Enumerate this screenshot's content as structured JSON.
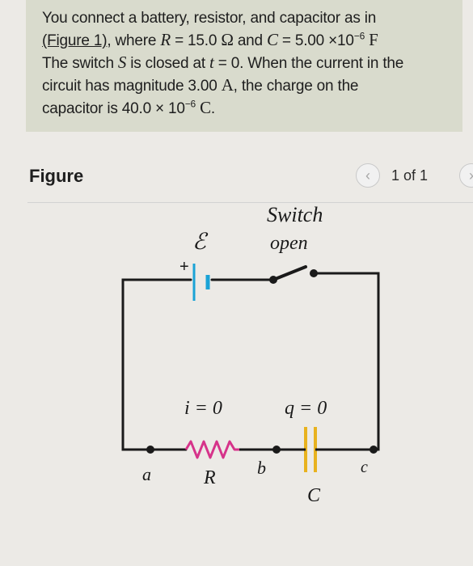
{
  "problem": {
    "line1": "You connect a battery, resistor, and capacitor as in",
    "figure_link": "(Figure 1)",
    "where": ", where ",
    "R_symbol": "R",
    "R_value": " = 15.0 ",
    "R_unit": "Ω",
    "and": " and ",
    "C_symbol": "C",
    "C_value": " = 5.00 ×10",
    "C_exp": "−6",
    "C_unit": " F",
    "line3a": "The switch ",
    "S_symbol": "S",
    "line3b": " is closed at ",
    "t_symbol": "t",
    "line3c": " = 0. When the current in the",
    "line4a": "circuit has magnitude 3.00 ",
    "A_unit": "A",
    "line4b": ", the charge on the",
    "line5a": "capacitor is 40.0 × 10",
    "q_exp": "−6",
    "q_unit": " C",
    "line5b": "."
  },
  "figure": {
    "title": "Figure",
    "pager_count": "1 of 1",
    "prev_glyph": "‹",
    "next_glyph": "›"
  },
  "circuit": {
    "switch_label": "Switch",
    "switch_state": "open",
    "emf_label": "ℰ",
    "plus_label": "+",
    "current_label": "i = 0",
    "charge_label": "q = 0",
    "node_a": "a",
    "node_b": "b",
    "node_c": "c",
    "resistor_label": "R",
    "capacitor_label": "C",
    "colors": {
      "wire": "#1a1a1a",
      "battery": "#1aa3d6",
      "resistor": "#d6338a",
      "capacitor": "#e8b21e"
    }
  }
}
